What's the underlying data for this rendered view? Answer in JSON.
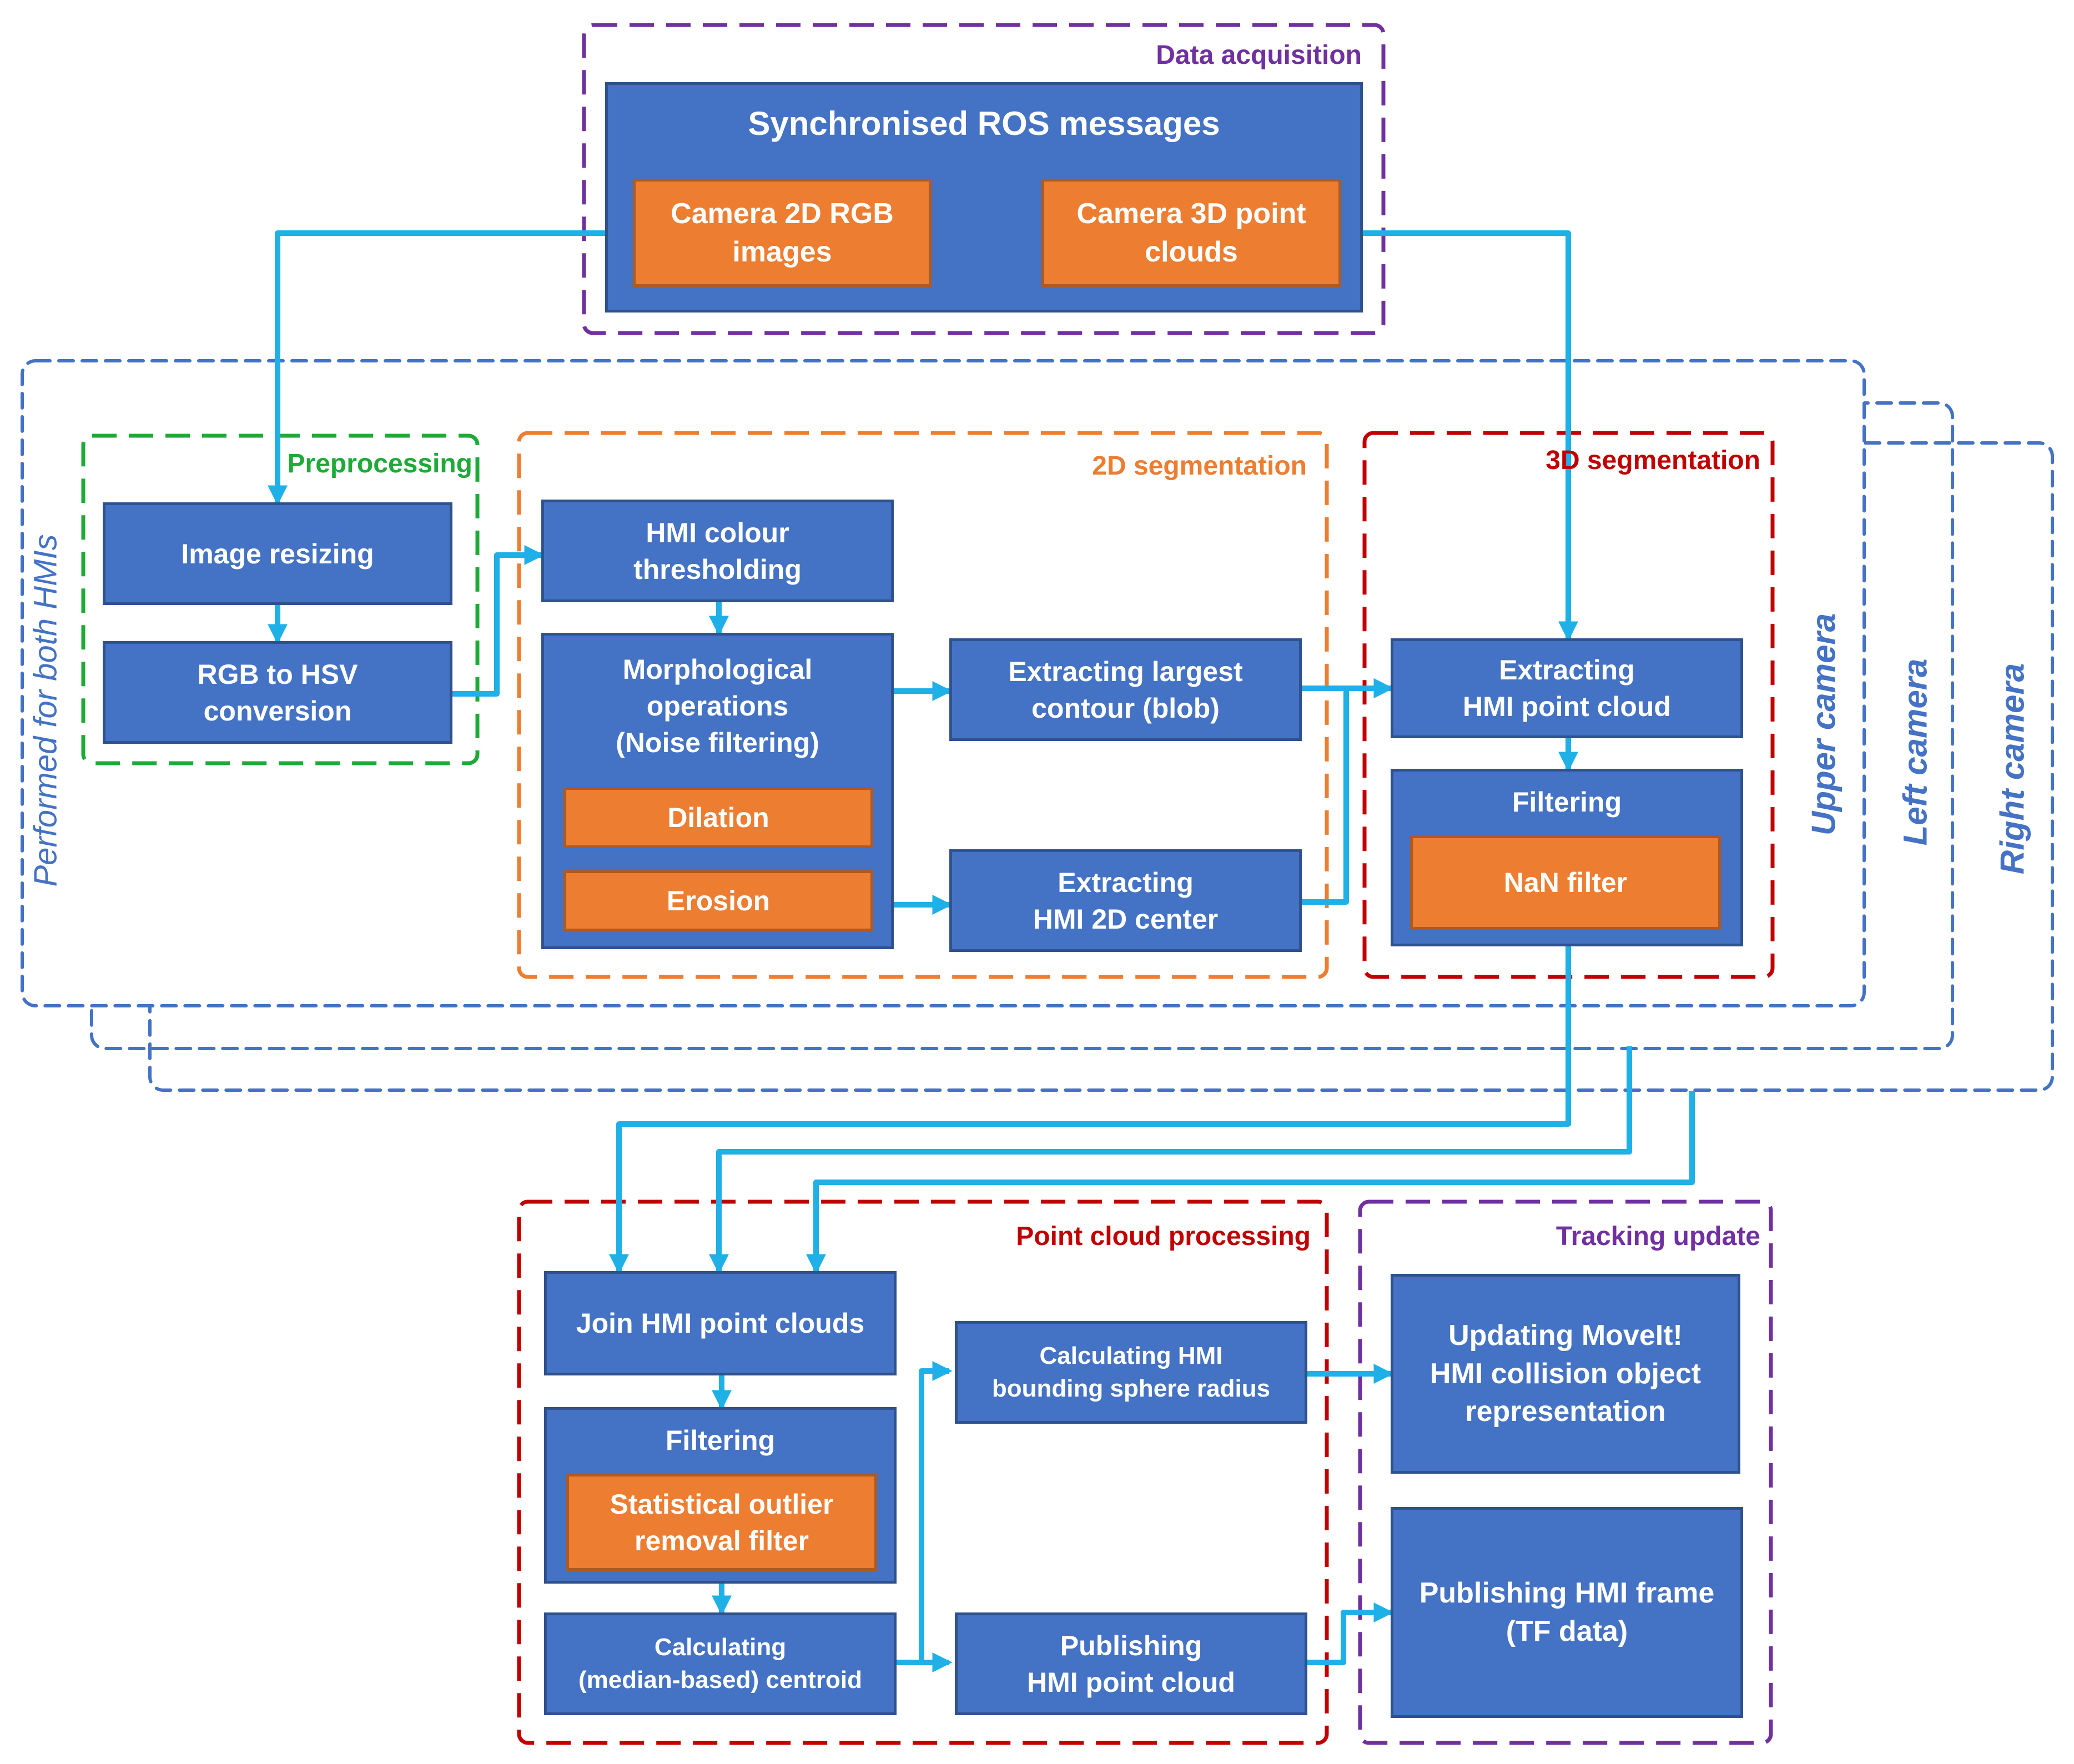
{
  "colors": {
    "box_fill": "#4472C4",
    "sub_fill": "#ED7D31",
    "arrow": "#1FB0E8",
    "data_acquisition": "#7030A0",
    "preprocessing": "#1FAA38",
    "segmentation_2d": "#ED7D31",
    "segmentation_3d": "#C00000",
    "camera_frame": "#4472C4"
  },
  "groups": {
    "data_acquisition": "Data acquisition",
    "preprocessing": "Preprocessing",
    "segmentation_2d": "2D segmentation",
    "segmentation_3d": "3D segmentation",
    "point_cloud_processing": "Point cloud processing",
    "tracking_update": "Tracking update"
  },
  "side_labels": {
    "both_hmis": "Performed for both HMIs",
    "upper_camera": "Upper camera",
    "left_camera": "Left camera",
    "right_camera": "Right camera"
  },
  "boxes": {
    "ros_messages": "Synchronised ROS messages",
    "camera_rgb": "Camera 2D RGB\nimages",
    "camera_point_clouds": "Camera 3D point\nclouds",
    "image_resizing": "Image resizing",
    "rgb_to_hsv": "RGB to HSV\nconversion",
    "colour_thresholding": "HMI colour\nthresholding",
    "morphological_ops": "Morphological\noperations\n(Noise filtering)",
    "dilation": "Dilation",
    "erosion": "Erosion",
    "largest_contour": "Extracting largest\ncontour  (blob)",
    "hmi_2d_center": "Extracting\nHMI 2D center",
    "extract_hmi_cloud": "Extracting\nHMI point cloud",
    "filtering_3d": "Filtering",
    "nan_filter": "NaN filter",
    "join_clouds": "Join HMI point clouds",
    "filtering_pc": "Filtering",
    "outlier_filter": "Statistical outlier\nremoval filter",
    "centroid": "Calculating\n(median-based) centroid",
    "bounding_sphere": "Calculating HMI\nbounding sphere radius",
    "publish_cloud": "Publishing\nHMI point cloud",
    "moveit_update": "Updating MoveIt!\nHMI collision object\nrepresentation",
    "publish_frame": "Publishing HMI frame\n(TF data)"
  }
}
